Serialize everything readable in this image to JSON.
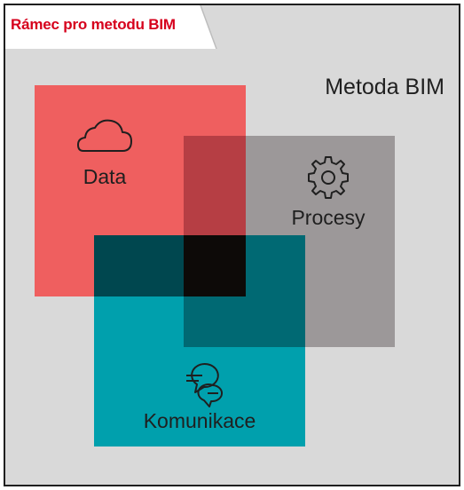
{
  "header": {
    "title": "Rámec pro metodu BIM"
  },
  "diagram": {
    "container_label": "Metoda BIM",
    "nodes": [
      {
        "id": "data",
        "label": "Data",
        "icon": "cloud-icon",
        "color": "#ef5f5f"
      },
      {
        "id": "procesy",
        "label": "Procesy",
        "icon": "gear-icon",
        "color": "#9c9899"
      },
      {
        "id": "komunikace",
        "label": "Komunikace",
        "icon": "chat-bubbles-icon",
        "color": "#00a0ad"
      }
    ],
    "overlap_colors": {
      "data_procesy": "#b63e44",
      "data_komunikace": "#00474f",
      "procesy_komunikace": "#006973",
      "all": "#0d0a08"
    },
    "frame_color": "#1f1f1f",
    "background_color": "#d9d9d9",
    "title_color": "#d6001c"
  }
}
